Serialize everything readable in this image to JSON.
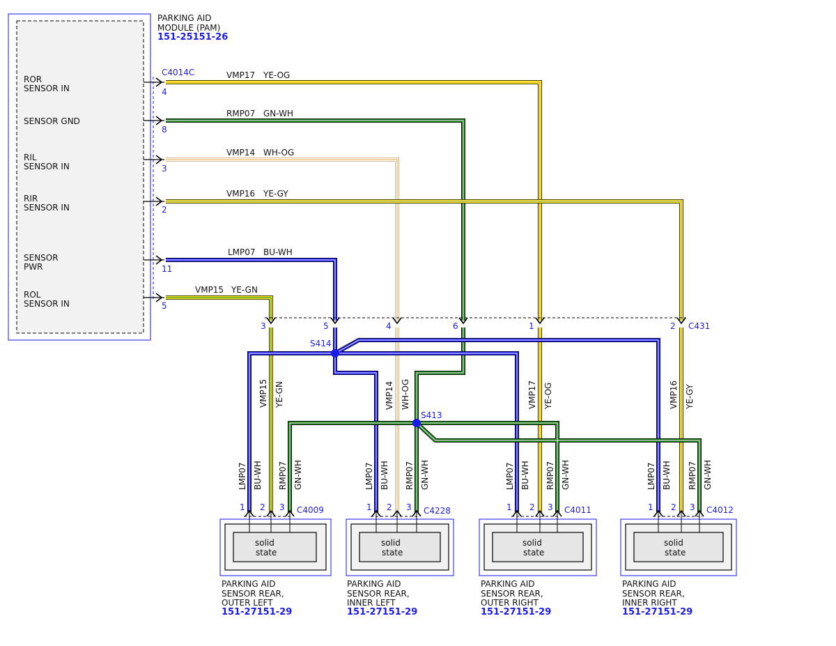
{
  "colors": {
    "YE": "#ffee22",
    "OG": "#e8a23a",
    "GN": "#1a7a1a",
    "WH": "#ffffff",
    "BU": "#1a1aee",
    "GY": "#9a9a9a",
    "pin": "#1a1aee",
    "module_fill": "#f2f2f2"
  },
  "module": {
    "title_line1": "PARKING AID",
    "title_line2": "MODULE (PAM)",
    "ref": "151-25151-26",
    "connector": "C4014C",
    "pins": [
      {
        "label1": "ROR",
        "label2": "SENSOR IN",
        "pin": "4"
      },
      {
        "label1": "SENSOR GND",
        "label2": "",
        "pin": "8"
      },
      {
        "label1": "RIL",
        "label2": "SENSOR IN",
        "pin": "3"
      },
      {
        "label1": "RIR",
        "label2": "SENSOR IN",
        "pin": "2"
      },
      {
        "label1": "SENSOR",
        "label2": "PWR",
        "pin": "11"
      },
      {
        "label1": "ROL",
        "label2": "SENSOR IN",
        "pin": "5"
      }
    ]
  },
  "wires": [
    {
      "circuit": "VMP17",
      "color": "YE-OG"
    },
    {
      "circuit": "RMP07",
      "color": "GN-WH"
    },
    {
      "circuit": "VMP14",
      "color": "WH-OG"
    },
    {
      "circuit": "VMP16",
      "color": "YE-GY"
    },
    {
      "circuit": "LMP07",
      "color": "BU-WH"
    },
    {
      "circuit": "VMP15",
      "color": "YE-GN"
    }
  ],
  "inline_connector": {
    "name": "C431",
    "pins": [
      "3",
      "5",
      "4",
      "6",
      "1",
      "2"
    ]
  },
  "splices": {
    "s1": "S414",
    "s2": "S413"
  },
  "vertical_labels": {
    "vmp15": "VMP15",
    "yegn": "YE-GN",
    "vmp14": "VMP14",
    "whog": "WH-OG",
    "vmp17": "VMP17",
    "yeog": "YE-OG",
    "vmp16": "VMP16",
    "yegy": "YE-GY",
    "lmp07": "LMP07",
    "buwh": "BU-WH",
    "rmp07": "RMP07",
    "gnwh": "GN-WH"
  },
  "sensors": [
    {
      "connector": "C4009",
      "title1": "PARKING AID",
      "title2": "SENSOR REAR,",
      "title3": "OUTER LEFT",
      "ref": "151-27151-29",
      "inner": "solid",
      "inner2": "state",
      "pins": [
        "1",
        "2",
        "3"
      ]
    },
    {
      "connector": "C4228",
      "title1": "PARKING AID",
      "title2": "SENSOR REAR,",
      "title3": "INNER LEFT",
      "ref": "151-27151-29",
      "inner": "solid",
      "inner2": "state",
      "pins": [
        "1",
        "2",
        "3"
      ]
    },
    {
      "connector": "C4011",
      "title1": "PARKING AID",
      "title2": "SENSOR REAR,",
      "title3": "OUTER RIGHT",
      "ref": "151-27151-29",
      "inner": "solid",
      "inner2": "state",
      "pins": [
        "1",
        "2",
        "3"
      ]
    },
    {
      "connector": "C4012",
      "title1": "PARKING AID",
      "title2": "SENSOR REAR,",
      "title3": "INNER RIGHT",
      "ref": "151-27151-29",
      "inner": "solid",
      "inner2": "state",
      "pins": [
        "1",
        "2",
        "3"
      ]
    }
  ]
}
